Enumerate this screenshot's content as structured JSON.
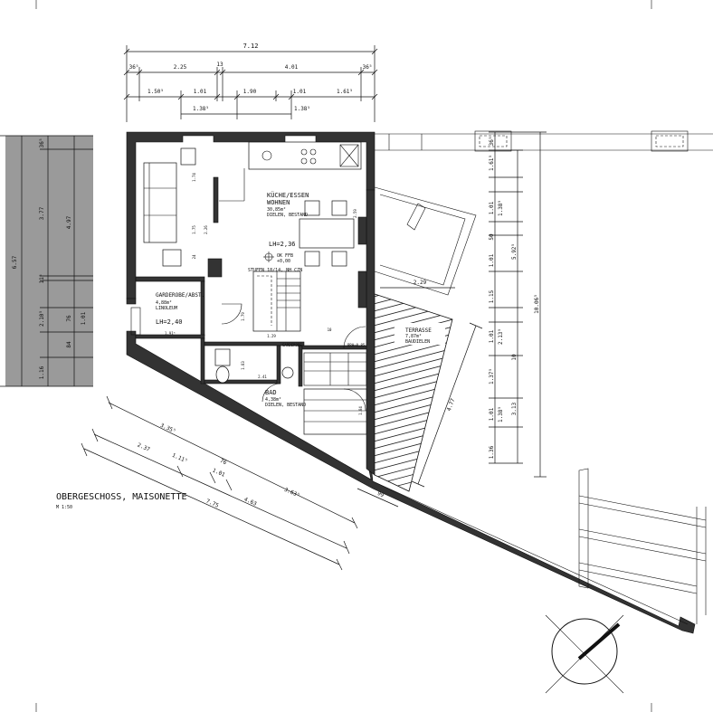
{
  "title": {
    "name": "OBERGESCHOSS, MAISONETTE",
    "scale": "M 1:50"
  },
  "rooms": {
    "kitchen": {
      "name": "KÜCHE/ESSEN",
      "name2": "WOHNEN",
      "area": "30,85m²",
      "floor": "DIELEN, BESTAND",
      "height": "LH=2,36"
    },
    "wardrobe": {
      "name": "GARDEROBE/ABST.",
      "area": "4,88m²",
      "floor": "LINOLEUM",
      "height": "LH=2,40"
    },
    "bath": {
      "name": "BAD",
      "area": "4,38m²",
      "floor": "DIELEN, BESTAND"
    },
    "terrace": {
      "name": "TERRASSE",
      "area": "7,87m²",
      "floor": "BAUDIELEN"
    }
  },
  "annotations": {
    "stair": "STUFEN 18/14, NH CZN",
    "ok_fbb": "OK FFB",
    "ok_val": "+0,00",
    "garderobe": "GARDEROBE",
    "brh": "BRH=0,85"
  },
  "dimensions": {
    "top_total": "7.12",
    "top_row1": [
      "36⁵",
      "2.25",
      "13",
      "4.01",
      "36⁵"
    ],
    "top_row2": [
      "1.50⁵",
      "1.01",
      "1.90",
      "1.01",
      "1.61⁵"
    ],
    "top_row3": [
      "1.38⁵",
      "1.38⁵"
    ],
    "left": [
      "6.57",
      "36⁵",
      "3.77",
      "4.97",
      "11⁵",
      "2.10⁵",
      "76",
      "1.01",
      "84",
      "1.16"
    ],
    "right": [
      "36⁵",
      "1.61⁵",
      "1.01",
      "1.38⁵",
      "50",
      "1.01",
      "5.92⁵",
      "10.06⁵",
      "1.15",
      "1.01",
      "2.13⁵",
      "10",
      "1.37⁵",
      "1.01",
      "1.38⁵",
      "3.13",
      "1.36"
    ],
    "bottom": [
      "3.35⁵",
      "2.37",
      "1.11⁵",
      "76",
      "1.01",
      "3.63⁵",
      "4.63",
      "7.75",
      "99"
    ],
    "terrace_dims": [
      "2.29",
      "4.77"
    ],
    "inner": [
      "1.74",
      "2.26",
      "1.75",
      "1.29",
      "1.79",
      "10",
      "24",
      "1.91⁵",
      "2.41",
      "1.83",
      "1.84",
      "2.59"
    ]
  }
}
